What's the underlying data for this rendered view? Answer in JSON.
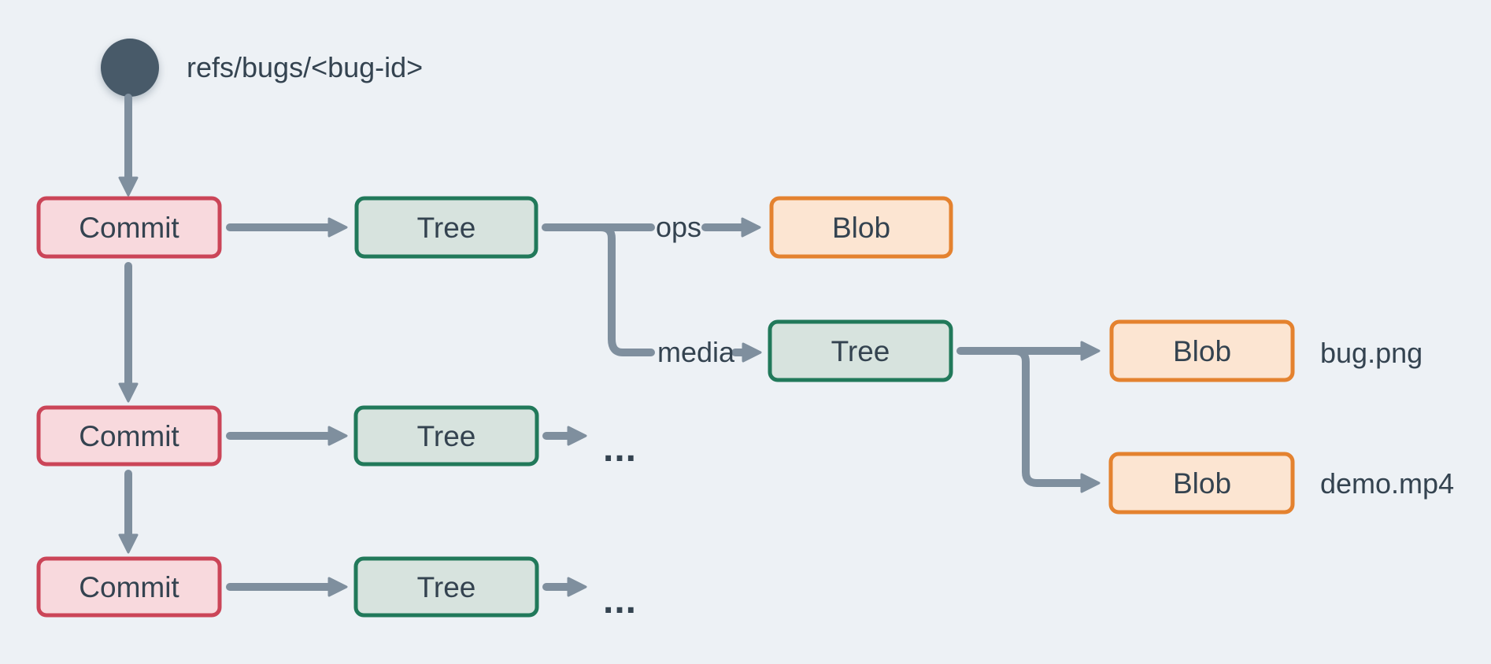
{
  "labels": {
    "ref": "refs/bugs/<bug-id>",
    "commit": "Commit",
    "tree": "Tree",
    "blob": "Blob",
    "ops": "ops",
    "media": "media",
    "bug_file": "bug.png",
    "demo_file": "demo.mp4",
    "ellipsis": "..."
  },
  "colors": {
    "background": "#edf1f5",
    "ref_node": "#485a69",
    "arrow": "#7f8f9e",
    "text": "#344350",
    "commit_fill": "#f8d9dd",
    "commit_border": "#cb4558",
    "tree_fill": "#d7e3de",
    "tree_border": "#21795a",
    "blob_fill": "#fce5d2",
    "blob_border": "#e4822f"
  }
}
